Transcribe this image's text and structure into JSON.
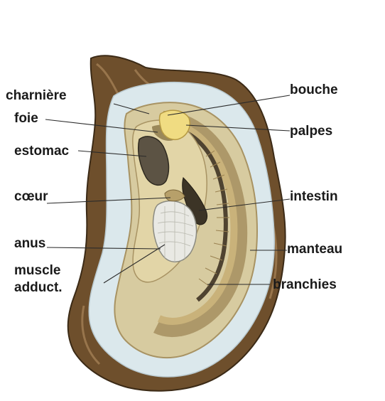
{
  "labels": {
    "charniere": "charnière",
    "foie": "foie",
    "estomac": "estomac",
    "coeur": "cœur",
    "anus": "anus",
    "muscle_line1": "muscle",
    "muscle_line2": "adduct.",
    "bouche": "bouche",
    "palpes": "palpes",
    "intestin": "intestin",
    "manteau": "manteau",
    "branchies": "branchies"
  },
  "colors": {
    "shell_outer": "#6e4f2c",
    "shell_inner": "#dbe8ec",
    "mantle": "#d7cba0",
    "gills": "#c9b27a",
    "body": "#e2d5a7",
    "stomach": "#5c5344",
    "palps": "#f0dc82",
    "muscle": "#e9e9e4"
  }
}
